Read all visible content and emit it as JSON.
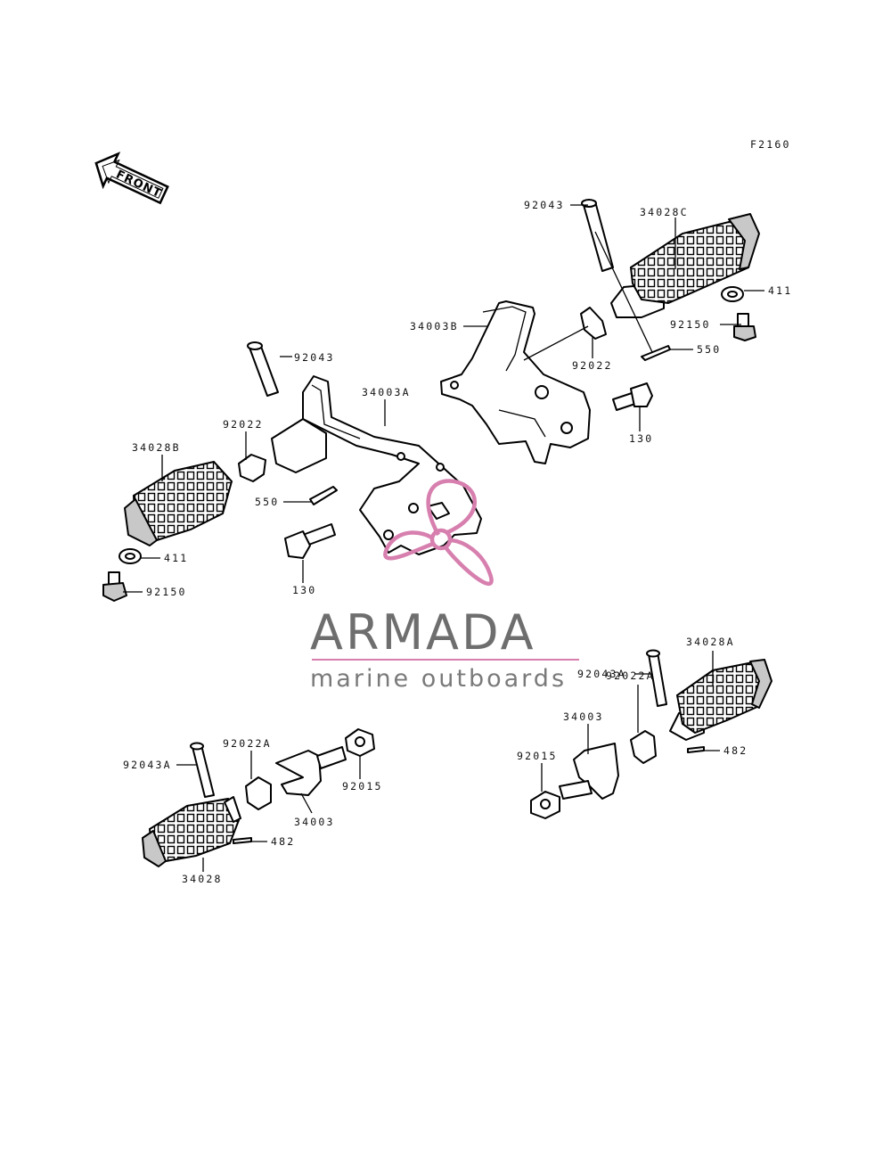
{
  "figure_code": "F2160",
  "front_arrow_label": "FRONT",
  "watermark": {
    "brand": "ARMADA",
    "tagline": "marine outboards",
    "accent_color": "#d77fae"
  },
  "callouts": [
    {
      "id": "c1",
      "text": "92043"
    },
    {
      "id": "c2",
      "text": "34028C"
    },
    {
      "id": "c3",
      "text": "34003B"
    },
    {
      "id": "c4",
      "text": "411"
    },
    {
      "id": "c5",
      "text": "92150"
    },
    {
      "id": "c6",
      "text": "550"
    },
    {
      "id": "c7",
      "text": "92022"
    },
    {
      "id": "c8",
      "text": "92043"
    },
    {
      "id": "c9",
      "text": "34003A"
    },
    {
      "id": "c10",
      "text": "130"
    },
    {
      "id": "c11",
      "text": "92022"
    },
    {
      "id": "c12",
      "text": "34028B"
    },
    {
      "id": "c13",
      "text": "550"
    },
    {
      "id": "c14",
      "text": "411"
    },
    {
      "id": "c15",
      "text": "92150"
    },
    {
      "id": "c16",
      "text": "130"
    },
    {
      "id": "c17",
      "text": "34028A"
    },
    {
      "id": "c18",
      "text": "92043A"
    },
    {
      "id": "c19",
      "text": "92022A"
    },
    {
      "id": "c20",
      "text": "34003"
    },
    {
      "id": "c21",
      "text": "482"
    },
    {
      "id": "c22",
      "text": "92015"
    },
    {
      "id": "c23",
      "text": "92043A"
    },
    {
      "id": "c24",
      "text": "92022A"
    },
    {
      "id": "c25",
      "text": "92015"
    },
    {
      "id": "c26",
      "text": "34003"
    },
    {
      "id": "c27",
      "text": "482"
    },
    {
      "id": "c28",
      "text": "34028"
    }
  ]
}
